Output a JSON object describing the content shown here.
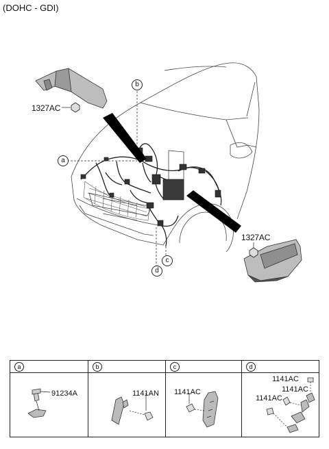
{
  "header": {
    "engine": "(DOHC - GDI)"
  },
  "callouts": {
    "a": "a",
    "b": "b",
    "c": "c",
    "d": "d"
  },
  "parts": {
    "clip_top": "1327AC",
    "clip_right": "1327AC"
  },
  "table": {
    "columns": [
      {
        "key": "a",
        "parts": [
          "91234A"
        ]
      },
      {
        "key": "b",
        "parts": [
          "1141AN"
        ]
      },
      {
        "key": "c",
        "parts": [
          "1141AC"
        ]
      },
      {
        "key": "d",
        "parts": [
          "1141AC",
          "1141AC",
          "1141AC"
        ]
      }
    ]
  }
}
